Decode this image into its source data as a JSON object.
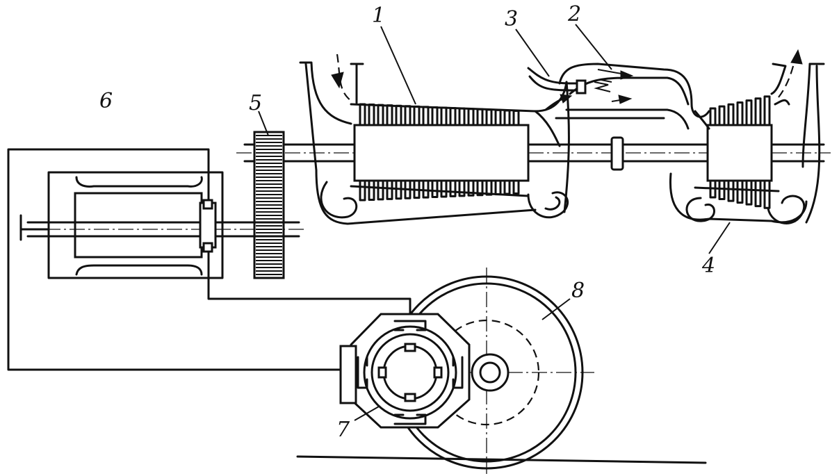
{
  "labels": {
    "compressor": "1",
    "combustion_chamber": "2",
    "fuel_injector": "3",
    "turbine": "4",
    "gear": "5",
    "generator": "6",
    "traction_motor": "7",
    "wheel": "8"
  },
  "colors": {
    "ink": "#111111",
    "paper": "#ffffff"
  }
}
